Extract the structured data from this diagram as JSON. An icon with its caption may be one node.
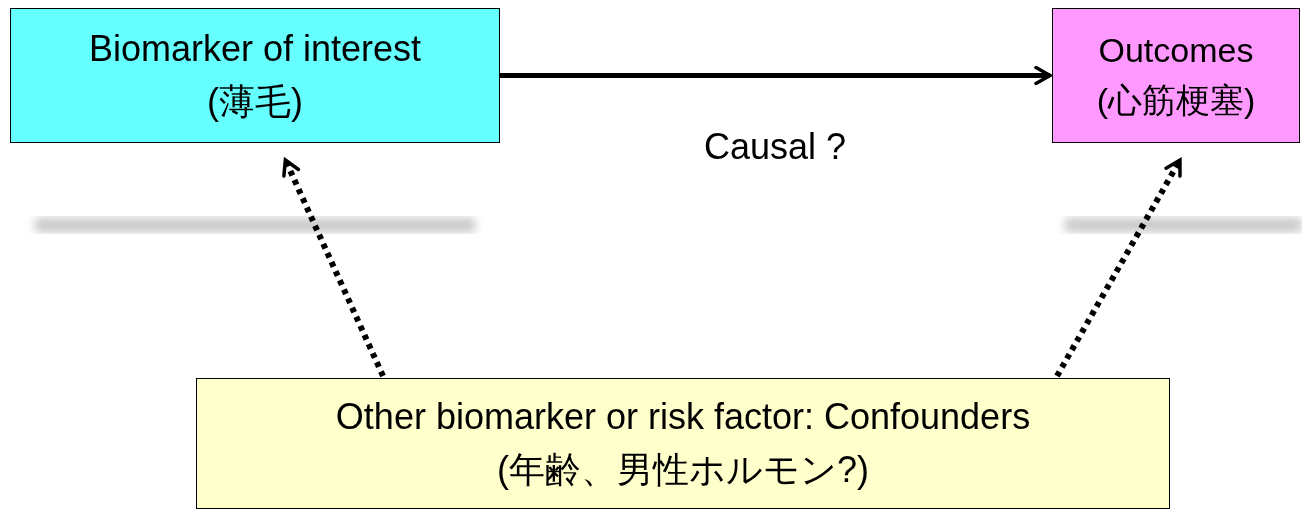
{
  "diagram": {
    "nodes": [
      {
        "text": [
          "Biomarker of interest",
          "(薄毛)"
        ]
      },
      {
        "text": [
          "Outcomes",
          "(心筋梗塞)"
        ]
      },
      {
        "text": [
          "Other biomarker or risk factor: Confounders",
          "(年齢、男性ホルモン?)"
        ]
      }
    ],
    "edges": [
      {
        "from": 0,
        "to": 1,
        "arrow": "to",
        "label": "Causal ?"
      },
      {
        "from": 2,
        "to": 0,
        "arrow": "to",
        "style": "dashed"
      },
      {
        "from": 2,
        "to": 1,
        "arrow": "to",
        "style": "dashed"
      }
    ]
  }
}
